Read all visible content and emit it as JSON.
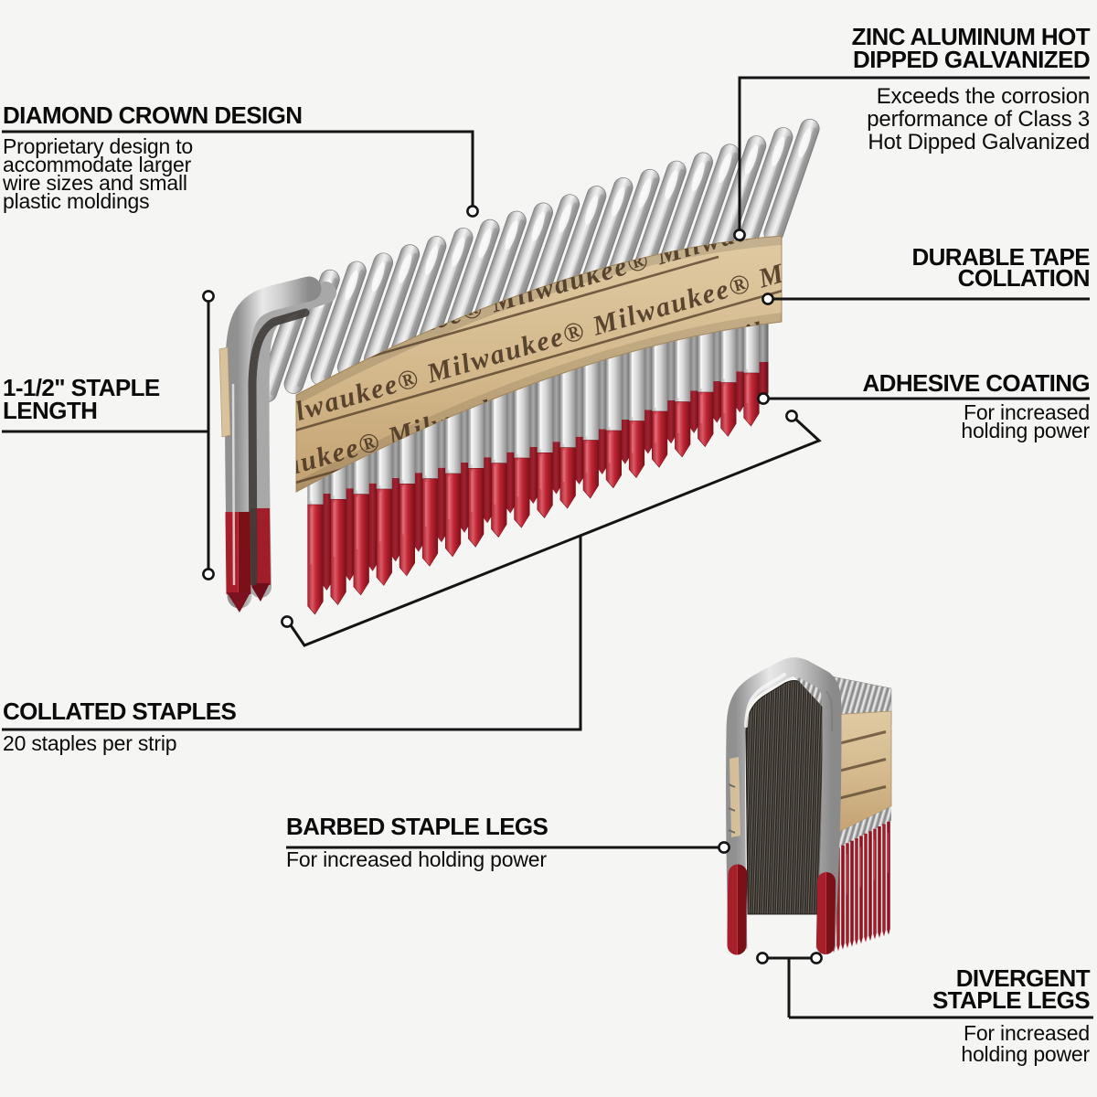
{
  "page": {
    "background": "#f5f5f3",
    "text_color": "#0b0b0b",
    "line_color": "#141414"
  },
  "colors": {
    "callout_line": "#141414",
    "callout_dot_fill": "#ffffff",
    "adhesive_red": "#c02534",
    "adhesive_red_highlight": "#d95b67",
    "adhesive_red_dark": "#7c1019",
    "staple_silver_light": "#ececec",
    "staple_silver": "#c6c6c6",
    "staple_silver_dark": "#8a8a8a",
    "tape_tan": "#d3b88b",
    "tape_tan_light": "#e0caa3",
    "tape_tan_dark": "#c2a171",
    "tape_print_brown": "#4f3a26",
    "inner_wires_dark": "#2b2723"
  },
  "tape_brand": {
    "label": "Milwaukee",
    "registered_mark": "®"
  },
  "callouts": {
    "diamond_crown": {
      "title": "DIAMOND CROWN DESIGN",
      "body": [
        "Proprietary design to",
        "accommodate larger",
        "wire sizes and small",
        "plastic moldings"
      ]
    },
    "zinc_galvanized": {
      "title_lines": [
        "ZINC ALUMINUM HOT",
        "DIPPED GALVANIZED"
      ],
      "body": [
        "Exceeds the corrosion",
        "performance of Class 3",
        "Hot Dipped Galvanized"
      ]
    },
    "tape_collation": {
      "title_lines": [
        "DURABLE TAPE",
        "COLLATION"
      ]
    },
    "adhesive_coating": {
      "title": "ADHESIVE COATING",
      "body": [
        "For increased",
        "holding power"
      ]
    },
    "staple_length": {
      "title_lines": [
        "1-1/2\" STAPLE",
        "LENGTH"
      ]
    },
    "collated_staples": {
      "title": "COLLATED STAPLES",
      "body": [
        "20 staples per strip"
      ]
    },
    "barbed_legs": {
      "title": "BARBED STAPLE LEGS",
      "body": [
        "For increased holding power"
      ]
    },
    "divergent_legs": {
      "title_lines": [
        "DIVERGENT",
        "STAPLE LEGS"
      ],
      "body": [
        "For increased",
        "holding power"
      ]
    }
  }
}
